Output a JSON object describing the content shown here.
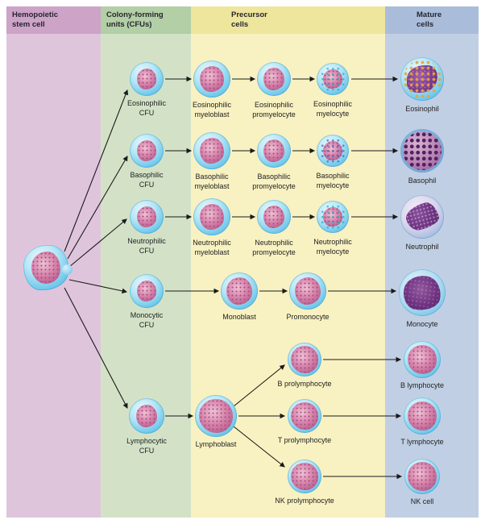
{
  "columns": [
    {
      "header": "Hemopoietic\nstem cell"
    },
    {
      "header": "Colony-forming\nunits (CFUs)"
    },
    {
      "header": "Precursor\ncells"
    },
    {
      "header": "Mature\ncells"
    }
  ],
  "labels": {
    "eosinophilic_cfu": "Eosinophilic\nCFU",
    "eosinophilic_myeloblast": "Eosinophilic\nmyeloblast",
    "eosinophilic_promyelocyte": "Eosinophilic\npromyelocyte",
    "eosinophilic_myelocyte": "Eosinophilic\nmyelocyte",
    "eosinophil": "Eosinophil",
    "basophilic_cfu": "Basophilic\nCFU",
    "basophilic_myeloblast": "Basophilic\nmyeloblast",
    "basophilic_promyelocyte": "Basophilic\npromyelocyte",
    "basophilic_myelocyte": "Basophilic\nmyelocyte",
    "basophil": "Basophil",
    "neutrophilic_cfu": "Neutrophilic\nCFU",
    "neutrophilic_myeloblast": "Neutrophilic\nmyeloblast",
    "neutrophilic_promyelocyte": "Neutrophilic\npromyelocyte",
    "neutrophilic_myelocyte": "Neutrophilic\nmyelocyte",
    "neutrophil": "Neutrophil",
    "monocytic_cfu": "Monocytic\nCFU",
    "monoblast": "Monoblast",
    "promonocyte": "Promonocyte",
    "monocyte": "Monocyte",
    "lymphocytic_cfu": "Lymphocytic\nCFU",
    "lymphoblast": "Lymphoblast",
    "b_prolymphocyte": "B prolymphocyte",
    "t_prolymphocyte": "T prolymphocyte",
    "nk_prolymphocyte": "NK prolymphocyte",
    "b_lymphocyte": "B lymphocyte",
    "t_lymphocyte": "T lymphocyte",
    "nk_cell": "NK cell"
  },
  "colors": {
    "col1_header": "#cda3c8",
    "col1_body": "#dfc5dc",
    "col2_header": "#b2cfa6",
    "col2_body": "#d3e2c7",
    "col3_header": "#efe69e",
    "col3_body": "#f8f1c1",
    "col4_header": "#a9bddb",
    "col4_body": "#c1cfe4",
    "arrow": "#1a1a1a"
  }
}
